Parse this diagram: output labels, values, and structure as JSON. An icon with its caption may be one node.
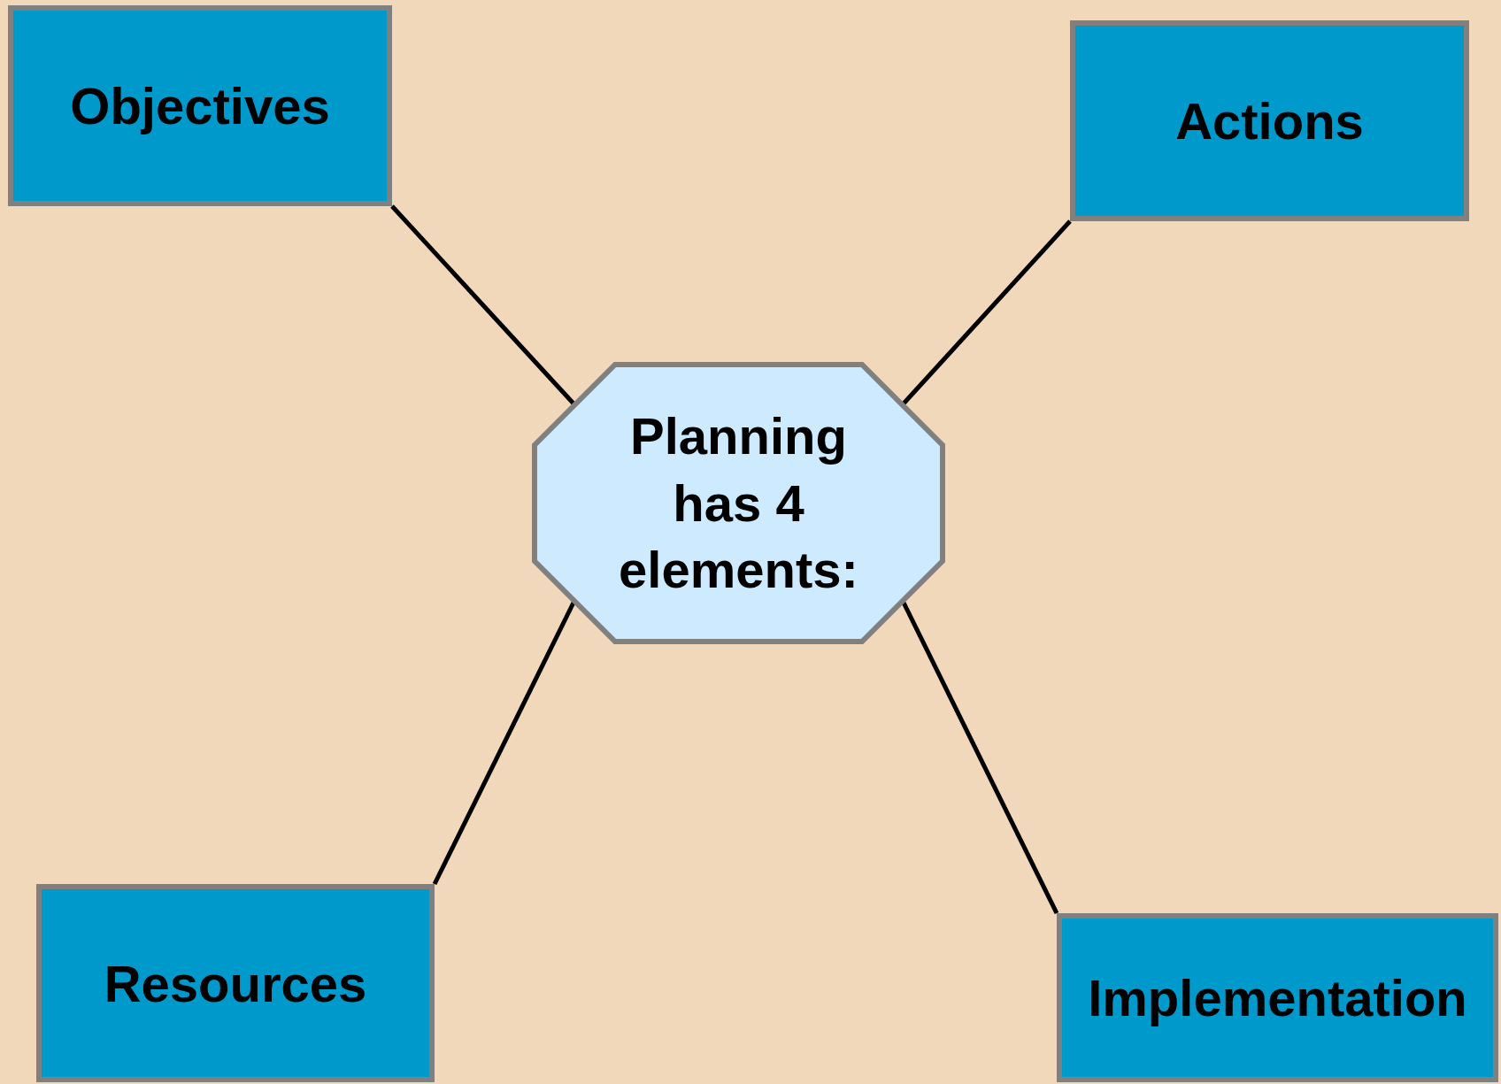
{
  "diagram": {
    "nodes": [
      {
        "text": [
          "Planning has 4 elements:"
        ]
      },
      {
        "text": [
          "Objectives"
        ]
      },
      {
        "text": [
          "Actions"
        ]
      },
      {
        "text": [
          "Resources"
        ]
      },
      {
        "text": [
          "Implementation"
        ]
      }
    ],
    "edges": [
      {
        "from": 0,
        "to": 1,
        "arrow": "none"
      },
      {
        "from": 0,
        "to": 2,
        "arrow": "none"
      },
      {
        "from": 0,
        "to": 3,
        "arrow": "none"
      },
      {
        "from": 0,
        "to": 4,
        "arrow": "none"
      }
    ]
  }
}
